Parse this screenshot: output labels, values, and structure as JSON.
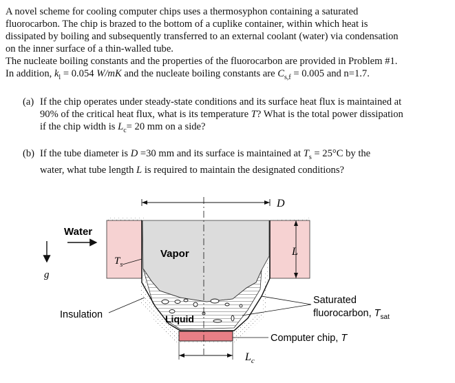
{
  "intro": {
    "line1": "A novel scheme for cooling computer chips uses a thermosyphon containing a saturated",
    "line2": "fluorocarbon. The chip is brazed to the bottom of a cuplike container, within which heat is",
    "line3": "dissipated by boiling and subsequently transferred to an external coolant (water) via condensation",
    "line4": "on the inner surface of a thin-walled tube.",
    "line5": "The nucleate boiling constants and the properties of the fluorocarbon are provided in Problem #1.",
    "line6_pre": "In addition, ",
    "kl_symbol": "k",
    "kl_sub": "l",
    "kl_value": " = 0.054 ",
    "kl_unit": "W/mK",
    "line6_mid": " and the nucleate boiling constants are ",
    "csf_symbol": "C",
    "csf_sub": "s,f",
    "line6_end": " = 0.005 and n=1.7."
  },
  "question_a": {
    "label": "(a)",
    "text1": "If the chip operates under steady-state conditions and its surface heat flux is maintained at",
    "text2a": "90% of the critical heat flux, what is its temperature ",
    "text2_T": "T",
    "text2b": "? What is the total power dissipation",
    "text3a": "if the chip width is ",
    "text3_L": "L",
    "text3_sub": "c",
    "text3b": "= 20 mm on a side?"
  },
  "question_b": {
    "label": "(b)",
    "text1a": "If the tube diameter is ",
    "text1_D": "D",
    "text1b": " =30 mm and its surface is maintained at ",
    "text1_T": "T",
    "text1_sub": "s",
    "text1c": " = 25°C by the",
    "text2a": "water, what tube length ",
    "text2_L": "L",
    "text2b": " is required to maintain the designated conditions?"
  },
  "figure": {
    "water": "Water",
    "vapor": "Vapor",
    "liquid": "Liquid",
    "insulation": "Insulation",
    "ts": "T",
    "ts_sub": "s",
    "g": "g",
    "D": "D",
    "L": "L",
    "Lc": "L",
    "Lc_sub": "c",
    "saturated1": "Saturated",
    "saturated2": "fluorocarbon, ",
    "tsat": "T",
    "tsat_sub": "sat",
    "chip": "Computer chip, ",
    "chip_T": "T"
  },
  "colors": {
    "water_fill": "#f6d2d2",
    "vapor_fill": "#dcdcdc",
    "chip_fill": "#e87f86",
    "insulation_dots": "#8a8a8a"
  }
}
